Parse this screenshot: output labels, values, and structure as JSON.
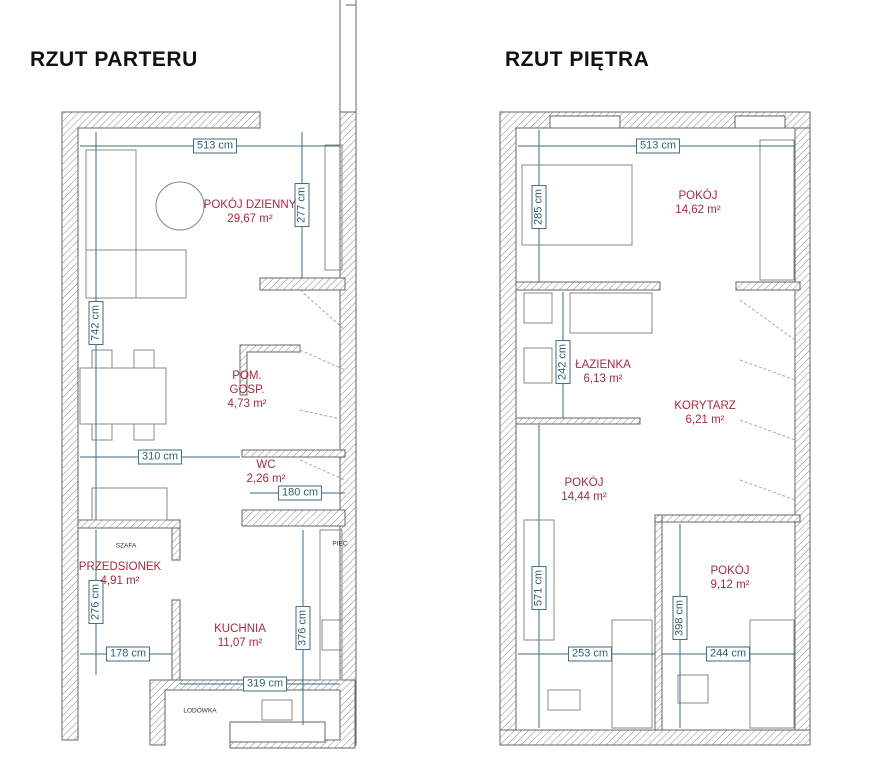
{
  "titles": {
    "ground": "RZUT PARTERU",
    "upper": "RZUT PIĘTRA"
  },
  "ground": {
    "dims": [
      "513 cm",
      "277 cm",
      "742 cm",
      "310 cm",
      "180 cm",
      "276 cm",
      "178 cm",
      "319 cm",
      "376 cm"
    ],
    "rooms": [
      {
        "name": "POKÓJ DZIENNY",
        "area": "29,67 m²"
      },
      {
        "name": "POM.",
        "name2": "GOSP.",
        "area": "4,73 m²"
      },
      {
        "name": "WC",
        "area": "2,26 m²"
      },
      {
        "name": "PRZEDSIONEK",
        "area": "4,91 m²"
      },
      {
        "name": "KUCHNIA",
        "area": "11,07 m²"
      }
    ],
    "labels": {
      "wardrobe": "SZAFA",
      "oven": "PIEC",
      "fridge": "LODÓWKA"
    }
  },
  "upper": {
    "dims": [
      "513 cm",
      "285 cm",
      "242 cm",
      "571 cm",
      "398 cm",
      "253 cm",
      "244 cm"
    ],
    "rooms": [
      {
        "name": "POKÓJ",
        "area": "14,62 m²"
      },
      {
        "name": "ŁAZIENKA",
        "area": "6,13 m²"
      },
      {
        "name": "KORYTARZ",
        "area": "6,21 m²"
      },
      {
        "name": "POKÓJ",
        "area": "14,44 m²"
      },
      {
        "name": "POKÓJ",
        "area": "9,12 m²"
      }
    ]
  },
  "colors": {
    "dimension": "#3d6e80",
    "room_label": "#b0283a",
    "wall": "#999999"
  }
}
